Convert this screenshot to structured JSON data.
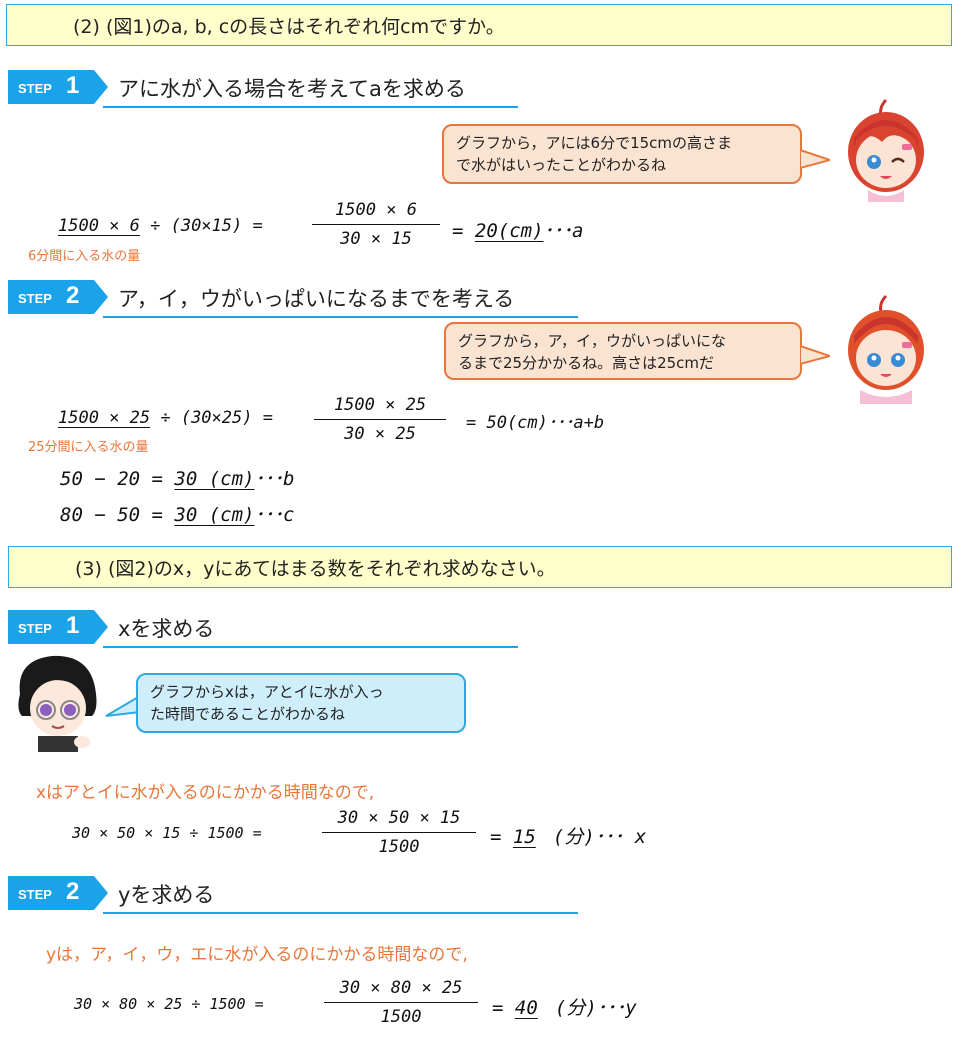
{
  "q2": {
    "text": "(2) (図1)のa, b, cの長さはそれぞれ何cmですか。"
  },
  "q3": {
    "text": "(3) (図2)のx，yにあてはまる数をそれぞれ求めなさい。"
  },
  "steps": [
    {
      "word": "STEP",
      "num": "1",
      "title": "アに水が入る場合を考えてaを求める"
    },
    {
      "word": "STEP",
      "num": "2",
      "title": "ア，イ，ウがいっぱいになるまでを考える"
    },
    {
      "word": "STEP",
      "num": "1",
      "title": "xを求める"
    },
    {
      "word": "STEP",
      "num": "2",
      "title": "yを求める"
    }
  ],
  "bubbles": {
    "b1": {
      "line1": "グラフから，アには6分で15cmの高さま",
      "line2": "で水がはいったことがわかるね"
    },
    "b2": {
      "line1": "グラフから，ア，イ，ウがいっぱいにな",
      "line2": "るまで25分かかるね。高さは25cmだ"
    },
    "b3": {
      "line1": "グラフからxは，アとイに水が入っ",
      "line2": "た時間であることがわかるね"
    }
  },
  "calc1": {
    "lhs1": "1500 × 6",
    "lhs2": " ÷ (30×15)  =",
    "num": "1500 × 6",
    "den": "30 × 15",
    "eq": "=",
    "ans": "20(cm)",
    "tail": "･･･a",
    "note": "6分間に入る水の量"
  },
  "calc2": {
    "lhs1": "1500 × 25",
    "lhs2": " ÷ (30×25)  =",
    "num": "1500 × 25",
    "den": "30 × 25",
    "rhs": "= 50(cm)･･･a+b",
    "note": "25分間に入る水の量"
  },
  "calc3": {
    "lhs": "50 − 20 =",
    "ans": "30 (cm)",
    "tail": "･･･b"
  },
  "calc4": {
    "lhs": "80 − 50 =",
    "ans": "30 (cm)",
    "tail": "･･･c"
  },
  "xtext": "xはアとイに水が入るのにかかる時間なので,",
  "calc5": {
    "lhs": "30 × 50 × 15 ÷ 1500 =",
    "num": "30 × 50 × 15",
    "den": "1500",
    "eq": "=",
    "ans": "15",
    "tail": "(分)･･･ x"
  },
  "ytext": "yは，ア，イ，ウ，エに水が入るのにかかる時間なので,",
  "calc6": {
    "lhs": "30 × 80 × 25 ÷ 1500 =",
    "num": "30 × 80 × 25",
    "den": "1500",
    "eq": "=",
    "ans": "40",
    "tail": "(分)･･･y"
  },
  "colors": {
    "accent": "#1aa3e8",
    "orange": "#e8763a",
    "question_bg": "#ffffcc"
  }
}
